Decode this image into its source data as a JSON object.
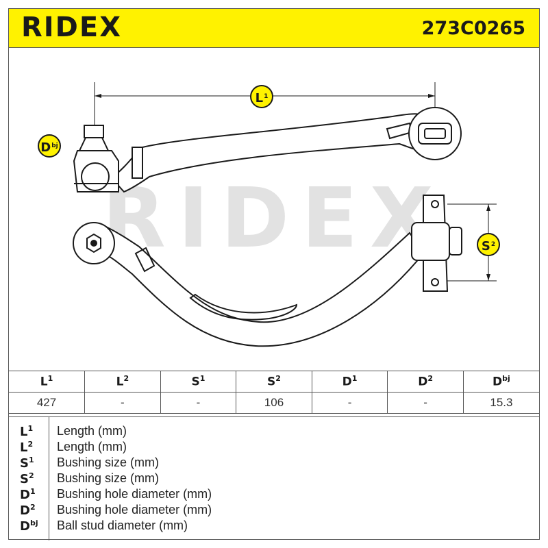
{
  "header": {
    "brand": "RIDEX",
    "part_number": "273C0265"
  },
  "drawing": {
    "watermark": "RIDEX",
    "labels": {
      "l1": {
        "base": "L",
        "sup": "1"
      },
      "s2": {
        "base": "S",
        "sup": "2"
      },
      "dbj": {
        "base": "D",
        "sup": "bj"
      }
    }
  },
  "table": {
    "headers": [
      {
        "base": "L",
        "sup": "1"
      },
      {
        "base": "L",
        "sup": "2"
      },
      {
        "base": "S",
        "sup": "1"
      },
      {
        "base": "S",
        "sup": "2"
      },
      {
        "base": "D",
        "sup": "1"
      },
      {
        "base": "D",
        "sup": "2"
      },
      {
        "base": "D",
        "sup": "bj"
      }
    ],
    "values": [
      "427",
      "-",
      "-",
      "106",
      "-",
      "-",
      "15.3"
    ]
  },
  "legend": [
    {
      "base": "L",
      "sup": "1",
      "text": "Length (mm)"
    },
    {
      "base": "L",
      "sup": "2",
      "text": "Length (mm)"
    },
    {
      "base": "S",
      "sup": "1",
      "text": "Bushing size (mm)"
    },
    {
      "base": "S",
      "sup": "2",
      "text": "Bushing size (mm)"
    },
    {
      "base": "D",
      "sup": "1",
      "text": "Bushing hole diameter (mm)"
    },
    {
      "base": "D",
      "sup": "2",
      "text": "Bushing hole diameter (mm)"
    },
    {
      "base": "D",
      "sup": "bj",
      "text": "Ball stud diameter (mm)"
    }
  ],
  "colors": {
    "accent": "#fff200",
    "line": "#1a1a1a",
    "watermark": "#dcdcdc"
  }
}
